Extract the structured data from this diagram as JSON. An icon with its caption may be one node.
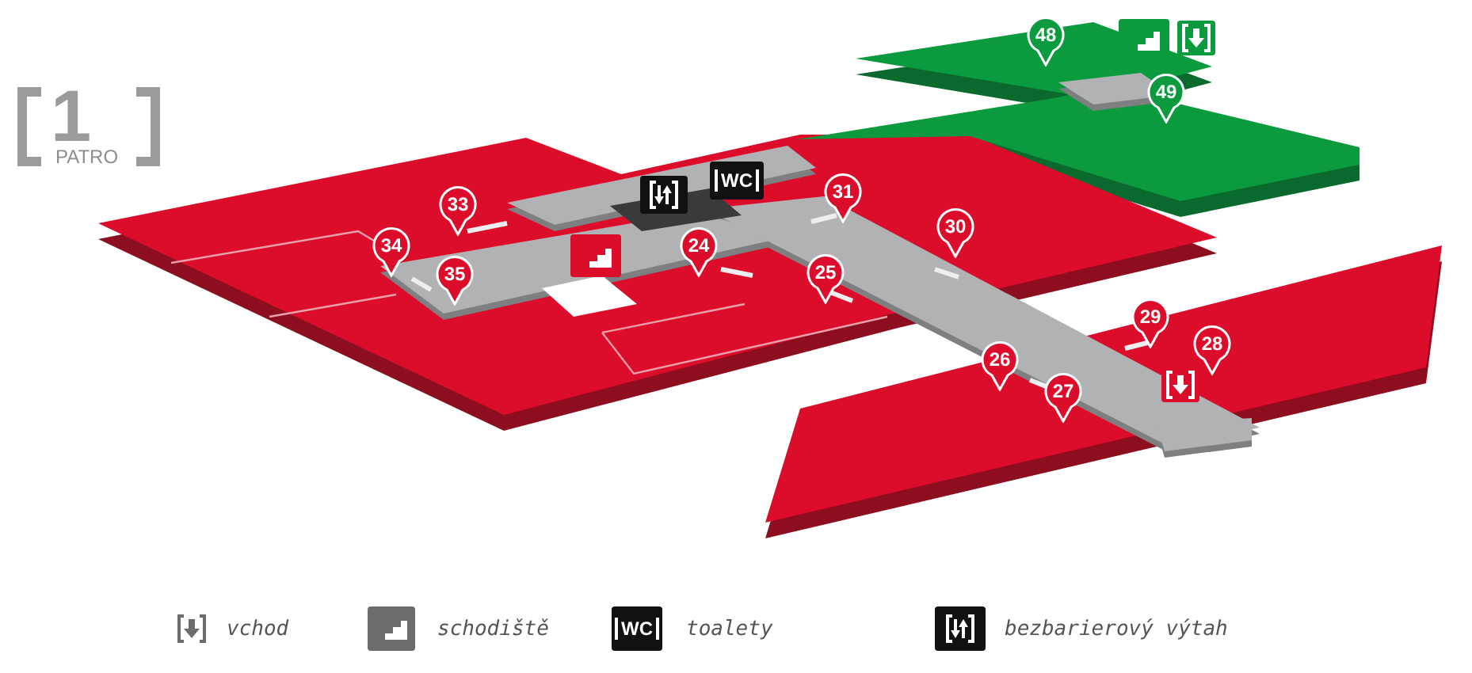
{
  "diagram": {
    "labels": [
      "1",
      "PATRO",
      "48",
      "49",
      "33",
      "31",
      "WC",
      "34",
      "24",
      "30",
      "35",
      "25",
      "29",
      "28",
      "26",
      "27",
      "WC"
    ],
    "legend": [
      {
        "text": "vchod"
      },
      {
        "text": "schodiště"
      },
      {
        "text": "toalety"
      },
      {
        "text": "bezbarierový výtah"
      }
    ]
  }
}
